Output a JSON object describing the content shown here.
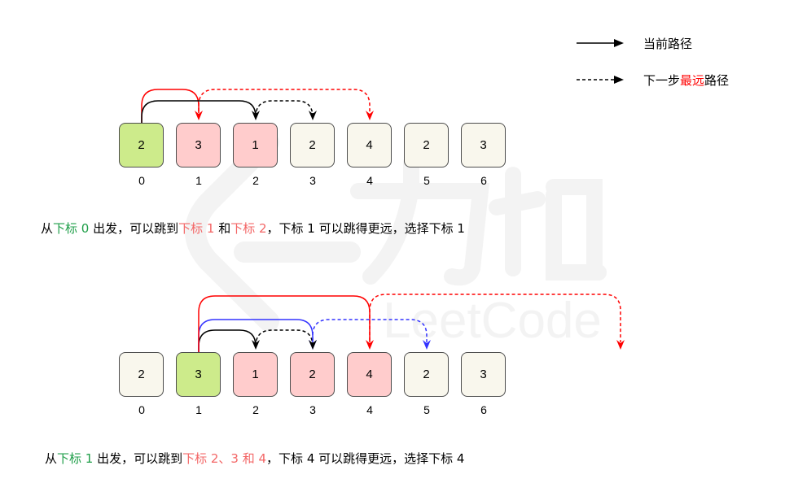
{
  "legend": {
    "current_path": "当前路径",
    "next_prefix": "下一步",
    "next_highlight": "最远",
    "next_suffix": "路径",
    "highlight_color": "#ff0000"
  },
  "colors": {
    "start": "#cdeb8b",
    "reachable": "#ffcccc",
    "plain": "#f9f7ed",
    "arrow_black": "#000000",
    "arrow_red": "#ff0000",
    "arrow_blue": "#3333ff",
    "caption_green": "#1e9e48",
    "caption_pink": "#f36666"
  },
  "step1": {
    "cells": [
      {
        "value": "2",
        "index": "0",
        "state": "start"
      },
      {
        "value": "3",
        "index": "1",
        "state": "reach"
      },
      {
        "value": "1",
        "index": "2",
        "state": "reach"
      },
      {
        "value": "2",
        "index": "3",
        "state": "plain"
      },
      {
        "value": "4",
        "index": "4",
        "state": "plain"
      },
      {
        "value": "2",
        "index": "5",
        "state": "plain"
      },
      {
        "value": "3",
        "index": "6",
        "state": "plain"
      }
    ],
    "arrows": [
      {
        "from": 0,
        "to": 1,
        "style": "solid",
        "color": "red"
      },
      {
        "from": 0,
        "to": 2,
        "style": "solid",
        "color": "black"
      },
      {
        "from": 2,
        "to": 3,
        "style": "dashed",
        "color": "black"
      },
      {
        "from": 1,
        "to": 4,
        "style": "dashed",
        "color": "red"
      }
    ],
    "caption": {
      "p1": "从",
      "p2": "下标 0",
      "p3": " 出发，可以跳到",
      "p4": "下标 1",
      "p5": " 和",
      "p6": "下标 2",
      "p7": "，下标 1 可以跳得更远，选择下标 1"
    }
  },
  "step2": {
    "cells": [
      {
        "value": "2",
        "index": "0",
        "state": "plain"
      },
      {
        "value": "3",
        "index": "1",
        "state": "start"
      },
      {
        "value": "1",
        "index": "2",
        "state": "reach"
      },
      {
        "value": "2",
        "index": "3",
        "state": "reach"
      },
      {
        "value": "4",
        "index": "4",
        "state": "reach"
      },
      {
        "value": "2",
        "index": "5",
        "state": "plain"
      },
      {
        "value": "3",
        "index": "6",
        "state": "plain"
      }
    ],
    "arrows": [
      {
        "from": 1,
        "to": 2,
        "style": "solid",
        "color": "black"
      },
      {
        "from": 1,
        "to": 3,
        "style": "solid",
        "color": "blue"
      },
      {
        "from": 1,
        "to": 4,
        "style": "solid",
        "color": "red"
      },
      {
        "from": 2,
        "to": 3,
        "style": "dashed",
        "color": "black"
      },
      {
        "from": 3,
        "to": 5,
        "style": "dashed",
        "color": "blue"
      },
      {
        "from": 4,
        "to": 8.4,
        "style": "dashed",
        "color": "red"
      }
    ],
    "caption": {
      "p1": "从",
      "p2": "下标 1",
      "p3": " 出发，可以跳到",
      "p4": "下标 2、3 和 4",
      "p5": "，下标 4 可以跳得更远，选择下标 4"
    }
  },
  "watermark": {
    "text_cn": "力扣",
    "text_en": "LeetCode"
  }
}
